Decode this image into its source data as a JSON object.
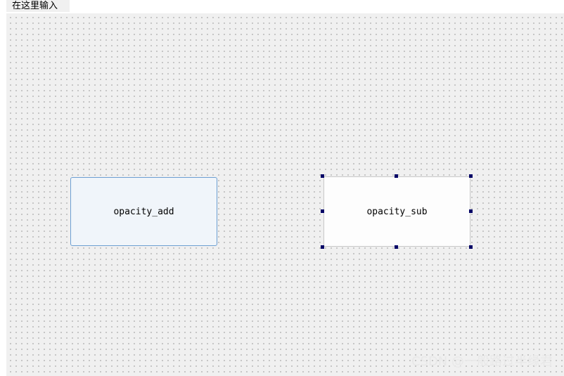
{
  "menubar": {
    "input_placeholder": "在这里输入"
  },
  "canvas": {
    "buttons": [
      {
        "label": "opacity_add",
        "state": "normal"
      },
      {
        "label": "opacity_sub",
        "state": "selected"
      }
    ]
  },
  "watermark": "CSDN @一般路过半缘君",
  "colors": {
    "canvas_bg": "#f0f0f0",
    "grid_dot": "#8a8a8a",
    "button_add_bg": "#f0f5fa",
    "button_add_border": "#6c9fd2",
    "button_sub_bg": "#fdfdfd",
    "selection_handle": "#000066"
  }
}
